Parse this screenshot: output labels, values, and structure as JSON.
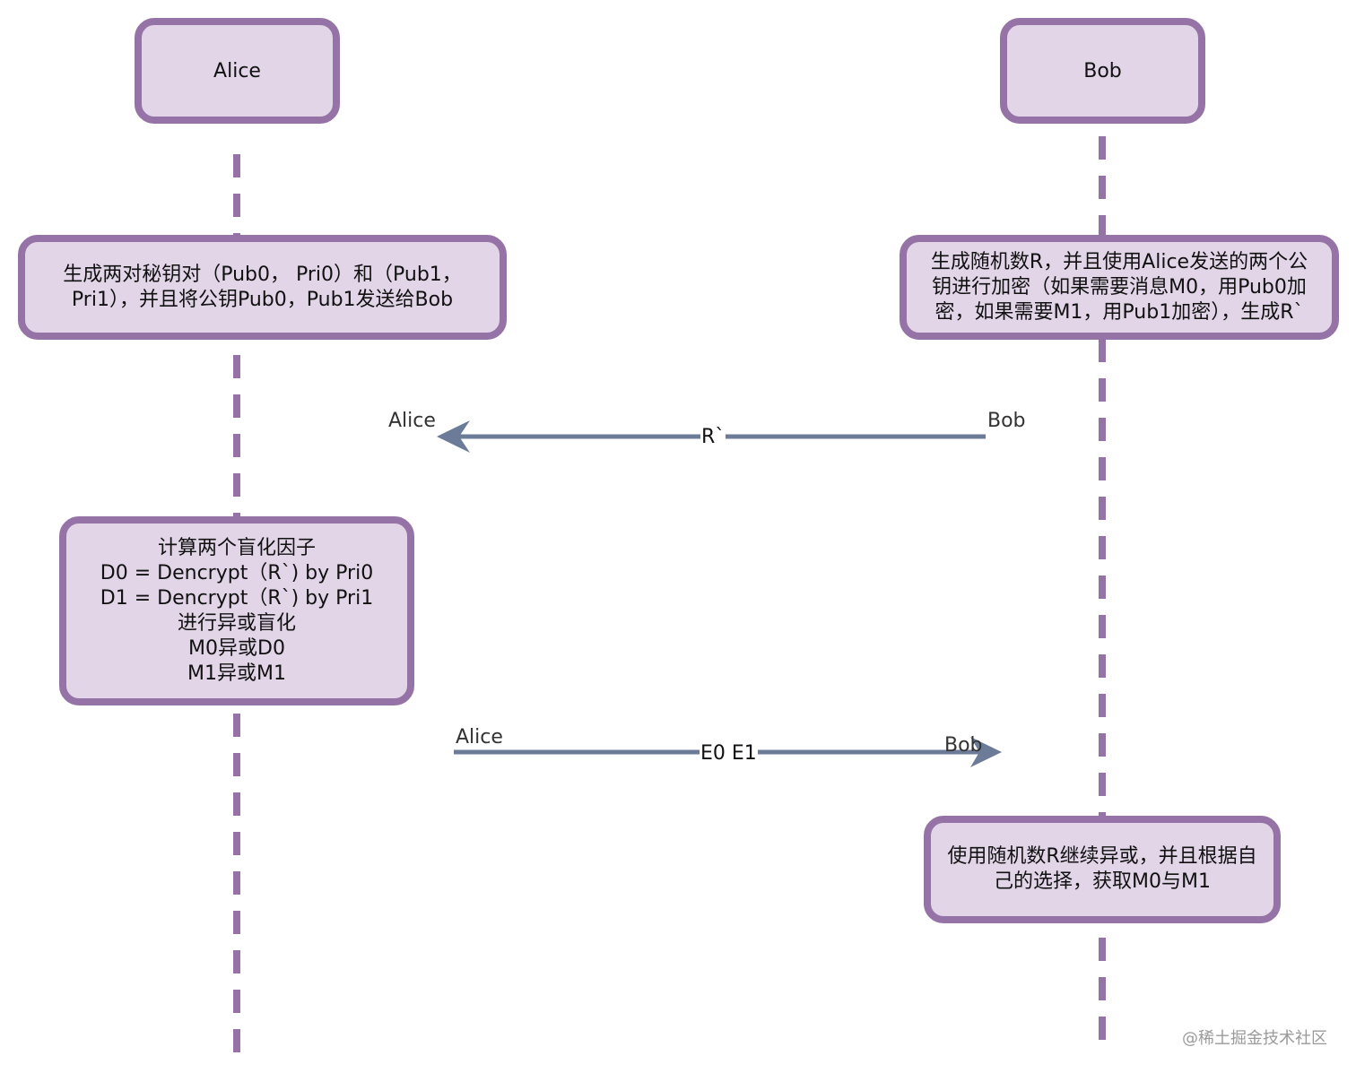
{
  "participants": {
    "alice": "Alice",
    "bob": "Bob"
  },
  "notes": {
    "alice_keygen": [
      "生成两对秘钥对（Pub0， Pri0）和（Pub1，",
      "Pri1），并且将公钥Pub0，Pub1发送给Bob"
    ],
    "bob_encrypt": [
      "生成随机数R，并且使用Alice发送的两个公",
      "钥进行加密（如果需要消息M0，用Pub0加",
      "密，如果需要M1，用Pub1加密），生成R`"
    ],
    "alice_blind": [
      "计算两个盲化因子",
      "D0 = Dencrypt（R`) by Pri0",
      "D1 = Dencrypt（R`) by Pri1",
      "进行异或盲化",
      "M0异或D0",
      "M1异或M1"
    ],
    "bob_result": [
      "使用随机数R继续异或，并且根据自",
      "己的选择，获取M0与M1"
    ]
  },
  "messages": {
    "m1": {
      "from": "Bob",
      "to": "Alice",
      "label": "R`"
    },
    "m2": {
      "from": "Alice",
      "to": "Bob",
      "label": "E0 E1"
    }
  },
  "watermark": "@稀土掘金技术社区",
  "colors": {
    "box_fill": "#e1d5e7",
    "box_stroke": "#9673a6",
    "arrow": "#6c7c98"
  }
}
